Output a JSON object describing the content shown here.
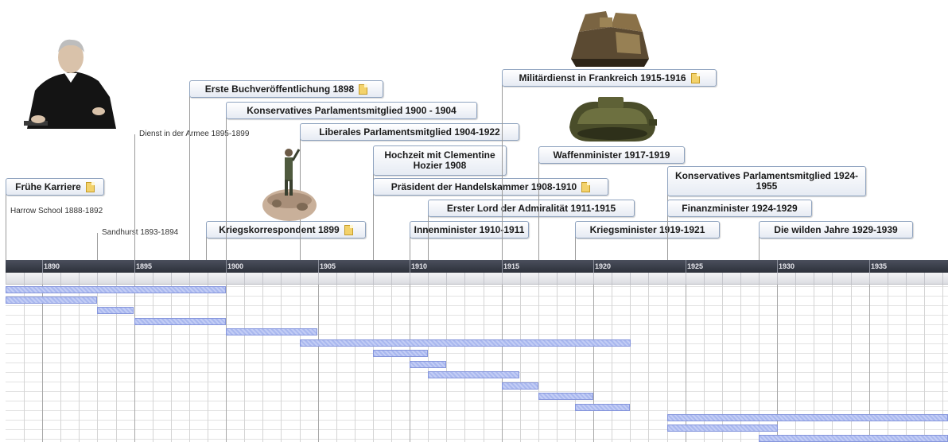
{
  "chart_data": {
    "type": "timeline",
    "x_axis": {
      "min": 1888,
      "max": 1939.3,
      "tick_labels": [
        "1890",
        "1895",
        "1900",
        "1905",
        "1910",
        "1915",
        "1920",
        "1925",
        "1930",
        "1935"
      ],
      "tick_values": [
        1890,
        1895,
        1900,
        1905,
        1910,
        1915,
        1920,
        1925,
        1930,
        1935
      ]
    },
    "events": [
      {
        "label": "Frühe Karriere",
        "date": 1888,
        "boxed": true,
        "note": true
      },
      {
        "label": "Harrow School 1888-1892",
        "date": 1888,
        "boxed": false
      },
      {
        "label": "Sandhurst 1893-1894",
        "date": 1893,
        "boxed": false
      },
      {
        "label": "Dienst in der Armee 1895-1899",
        "date": 1895,
        "boxed": false
      },
      {
        "label": "Erste Buchveröffentlichung 1898",
        "date": 1898,
        "boxed": true,
        "note": true
      },
      {
        "label": "Kriegskorrespondent 1899",
        "date": 1899,
        "boxed": true,
        "note": true
      },
      {
        "label": "Konservatives Parlamentsmitglied 1900 - 1904",
        "date": 1900,
        "boxed": true
      },
      {
        "label": "Liberales Parlamentsmitglied 1904-1922",
        "date": 1904,
        "boxed": true
      },
      {
        "label": "Hochzeit mit Clementine Hozier 1908",
        "date": 1908,
        "boxed": true
      },
      {
        "label": "Präsident der Handelskammer 1908-1910",
        "date": 1908,
        "boxed": true,
        "note": true
      },
      {
        "label": "Innenminister 1910-1911",
        "date": 1910,
        "boxed": true
      },
      {
        "label": "Erster Lord der Admiralität 1911-1915",
        "date": 1911,
        "boxed": true
      },
      {
        "label": "Militärdienst in Frankreich 1915-1916",
        "date": 1915,
        "boxed": true,
        "note": true
      },
      {
        "label": "Waffenminister 1917-1919",
        "date": 1917,
        "boxed": true
      },
      {
        "label": "Kriegsminister 1919-1921",
        "date": 1919,
        "boxed": true
      },
      {
        "label": "Konservatives Parlamentsmitglied 1924-1955",
        "date": 1924,
        "boxed": true
      },
      {
        "label": "Finanzminister 1924-1929",
        "date": 1924,
        "boxed": true
      },
      {
        "label": "Die wilden Jahre 1929-1939",
        "date": 1929,
        "boxed": true
      }
    ],
    "spans": [
      {
        "start": 1888,
        "end": 1900
      },
      {
        "start": 1888,
        "end": 1893
      },
      {
        "start": 1893,
        "end": 1895
      },
      {
        "start": 1895,
        "end": 1900
      },
      {
        "start": 1900,
        "end": 1905
      },
      {
        "start": 1904,
        "end": 1922
      },
      {
        "start": 1908,
        "end": 1911
      },
      {
        "start": 1910,
        "end": 1912
      },
      {
        "start": 1911,
        "end": 1916
      },
      {
        "start": 1915,
        "end": 1917
      },
      {
        "start": 1917,
        "end": 1920
      },
      {
        "start": 1919,
        "end": 1922
      },
      {
        "start": 1924,
        "end": 1939.3
      },
      {
        "start": 1924,
        "end": 1930
      },
      {
        "start": 1929,
        "end": 1939.3
      }
    ],
    "images": [
      "churchill-portrait",
      "soldier-figure",
      "army-tank",
      "wwi-tank"
    ]
  }
}
